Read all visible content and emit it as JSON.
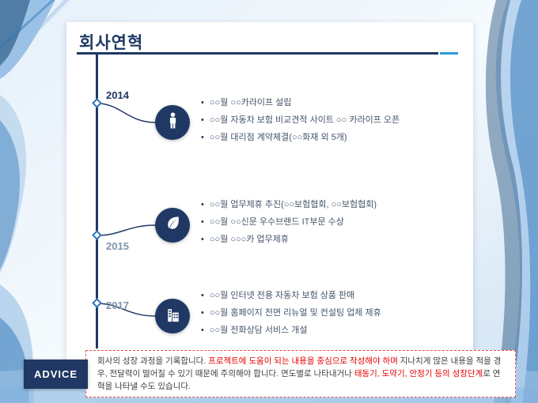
{
  "slide": {
    "title": "회사연혁"
  },
  "timeline": {
    "entries": [
      {
        "year": "2014",
        "icon": "person-icon",
        "items": [
          "○○월 ○○카라이프 설립",
          "○○월 자동차 보험 비교견적 사이트 ○○ 카라이프 오픈",
          "○○월 대리점 계약체결(○○화재 외 5개)"
        ]
      },
      {
        "year": "2015",
        "icon": "leaf-icon",
        "items": [
          "○○월 업무제휴 추진(○○보험협회, ○○보험협회)",
          "○○월 ○○신문 우수브랜드 IT부문 수상",
          "○○월 ○○○카 업무제휴"
        ]
      },
      {
        "year": "2017",
        "icon": "building-icon",
        "items": [
          "○○월 인터넷 전용 자동차 보험 상품 판매",
          "○○월 홈페이지 전면 리뉴얼 및 컨설팅 업체 제휴",
          "○○월 전화상담 서비스 개설"
        ]
      }
    ]
  },
  "advice": {
    "label": "ADVICE",
    "segments": [
      {
        "text": "회사의 성장 과정을 기록합니다. ",
        "color": "dark"
      },
      {
        "text": "프로젝트에 도움이 되는 내용을 중심으로 작성해야 하며",
        "color": "red"
      },
      {
        "text": " 지나치게 많은 내용을 적을 경우, 전달력이 떨어질 수 있기 때문에 주의해야 합니다. 연도별로 나타내거나 ",
        "color": "dark"
      },
      {
        "text": "태동기, 도약기, 안정기 등의 성장단계",
        "color": "red"
      },
      {
        "text": "로 연혁을 나타낼 수도 있습니다.",
        "color": "dark"
      }
    ]
  },
  "colors": {
    "navy": "#1f3864",
    "circle_navy": "#203864",
    "accent_blue": "#2e9ad8",
    "muted_year": "#8193ad",
    "body_text": "#44546a",
    "advice_red": "#e60000"
  }
}
